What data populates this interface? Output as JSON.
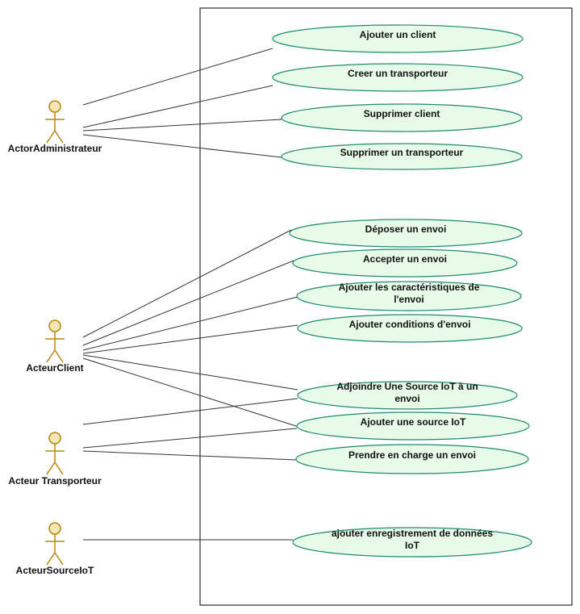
{
  "actors": [
    {
      "id": "admin",
      "name": "ActorAdministrateur"
    },
    {
      "id": "client",
      "name": "ActeurClient"
    },
    {
      "id": "transporteur",
      "name": "Acteur Transporteur"
    },
    {
      "id": "iot",
      "name": "ActeurSourceIoT"
    }
  ],
  "use_cases": [
    {
      "id": "uc1",
      "lines": [
        "Ajouter un client"
      ]
    },
    {
      "id": "uc2",
      "lines": [
        "Creer un transporteur"
      ]
    },
    {
      "id": "uc3",
      "lines": [
        "Supprimer client"
      ]
    },
    {
      "id": "uc4",
      "lines": [
        "Supprimer un transporteur"
      ]
    },
    {
      "id": "uc5",
      "lines": [
        "Déposer un envoi"
      ]
    },
    {
      "id": "uc6",
      "lines": [
        "Accepter un envoi"
      ]
    },
    {
      "id": "uc7",
      "lines": [
        "Ajouter les caractéristiques de",
        "l'envoi"
      ]
    },
    {
      "id": "uc8",
      "lines": [
        "Ajouter conditions d'envoi"
      ]
    },
    {
      "id": "uc9",
      "lines": [
        "Adjoindre Une Source IoT à un",
        "envoi"
      ]
    },
    {
      "id": "uc10",
      "lines": [
        "Ajouter une source IoT"
      ]
    },
    {
      "id": "uc11",
      "lines": [
        "Prendre en charge un envoi"
      ]
    },
    {
      "id": "uc12",
      "lines": [
        "ajouter enregistrement de données",
        "IoT"
      ]
    }
  ],
  "associations": [
    [
      "admin",
      "uc1"
    ],
    [
      "admin",
      "uc2"
    ],
    [
      "admin",
      "uc3"
    ],
    [
      "admin",
      "uc4"
    ],
    [
      "client",
      "uc5"
    ],
    [
      "client",
      "uc6"
    ],
    [
      "client",
      "uc7"
    ],
    [
      "client",
      "uc8"
    ],
    [
      "client",
      "uc9"
    ],
    [
      "client",
      "uc10"
    ],
    [
      "transporteur",
      "uc9"
    ],
    [
      "transporteur",
      "uc10"
    ],
    [
      "transporteur",
      "uc11"
    ],
    [
      "iot",
      "uc12"
    ]
  ]
}
